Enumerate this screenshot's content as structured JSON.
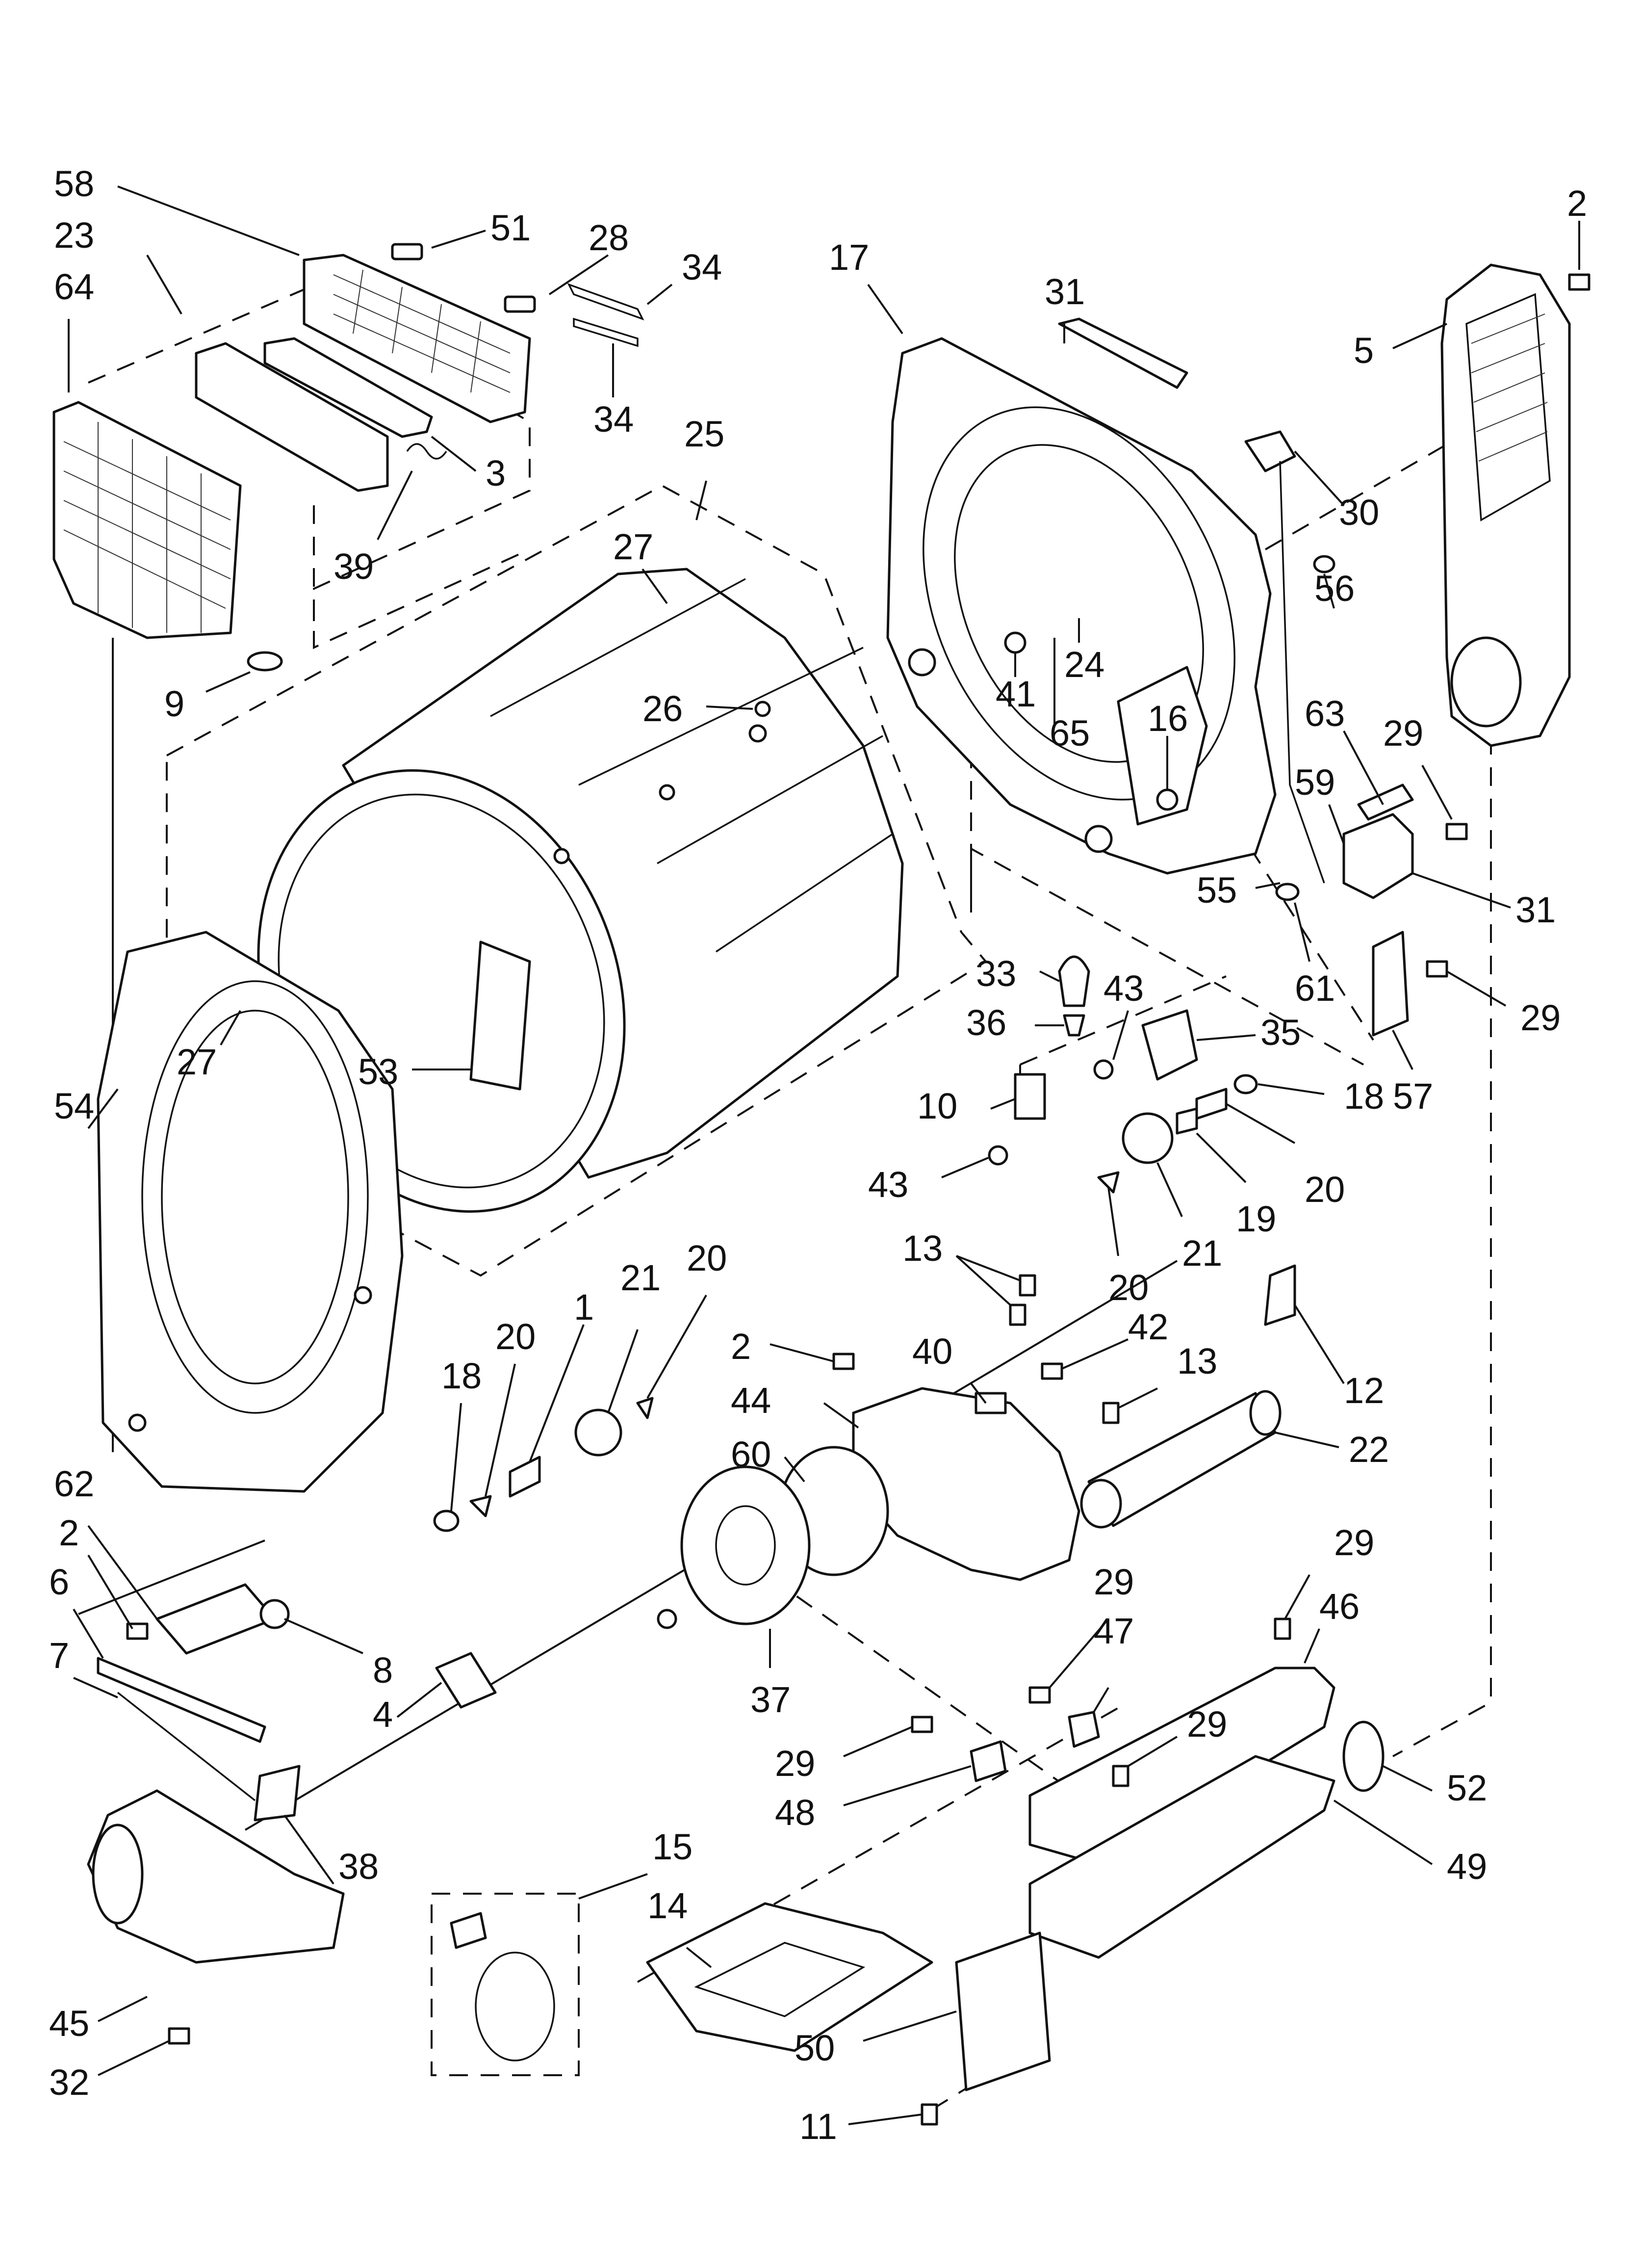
{
  "diagram": {
    "callouts": [
      {
        "id": "c58",
        "text": "58"
      },
      {
        "id": "c23",
        "text": "23"
      },
      {
        "id": "c64",
        "text": "64"
      },
      {
        "id": "c51",
        "text": "51"
      },
      {
        "id": "c28",
        "text": "28"
      },
      {
        "id": "c34a",
        "text": "34"
      },
      {
        "id": "c34b",
        "text": "34"
      },
      {
        "id": "c3",
        "text": "3"
      },
      {
        "id": "c39",
        "text": "39"
      },
      {
        "id": "c9",
        "text": "9"
      },
      {
        "id": "c25",
        "text": "25"
      },
      {
        "id": "c27a",
        "text": "27"
      },
      {
        "id": "c26",
        "text": "26"
      },
      {
        "id": "c27b",
        "text": "27"
      },
      {
        "id": "c53",
        "text": "53"
      },
      {
        "id": "c17",
        "text": "17"
      },
      {
        "id": "c31a",
        "text": "31"
      },
      {
        "id": "c2a",
        "text": "2"
      },
      {
        "id": "c5",
        "text": "5"
      },
      {
        "id": "c30",
        "text": "30"
      },
      {
        "id": "c56",
        "text": "56"
      },
      {
        "id": "c41",
        "text": "41"
      },
      {
        "id": "c24",
        "text": "24"
      },
      {
        "id": "c65",
        "text": "65"
      },
      {
        "id": "c16",
        "text": "16"
      },
      {
        "id": "c63",
        "text": "63"
      },
      {
        "id": "c29a",
        "text": "29"
      },
      {
        "id": "c59",
        "text": "59"
      },
      {
        "id": "c55",
        "text": "55"
      },
      {
        "id": "c31b",
        "text": "31"
      },
      {
        "id": "c61",
        "text": "61"
      },
      {
        "id": "c29b",
        "text": "29"
      },
      {
        "id": "c57",
        "text": "57"
      },
      {
        "id": "c33",
        "text": "33"
      },
      {
        "id": "c43a",
        "text": "43"
      },
      {
        "id": "c36",
        "text": "36"
      },
      {
        "id": "c35",
        "text": "35"
      },
      {
        "id": "c10",
        "text": "10"
      },
      {
        "id": "c18a",
        "text": "18"
      },
      {
        "id": "c43b",
        "text": "43"
      },
      {
        "id": "c20a",
        "text": "20"
      },
      {
        "id": "c19",
        "text": "19"
      },
      {
        "id": "c21a",
        "text": "21"
      },
      {
        "id": "c20b",
        "text": "20"
      },
      {
        "id": "c54",
        "text": "54"
      },
      {
        "id": "c1",
        "text": "1"
      },
      {
        "id": "c21b",
        "text": "21"
      },
      {
        "id": "c20c",
        "text": "20"
      },
      {
        "id": "c20d",
        "text": "20"
      },
      {
        "id": "c18b",
        "text": "18"
      },
      {
        "id": "c13a",
        "text": "13"
      },
      {
        "id": "c12",
        "text": "12"
      },
      {
        "id": "c2b",
        "text": "2"
      },
      {
        "id": "c40",
        "text": "40"
      },
      {
        "id": "c42",
        "text": "42"
      },
      {
        "id": "c13b",
        "text": "13"
      },
      {
        "id": "c44",
        "text": "44"
      },
      {
        "id": "c22",
        "text": "22"
      },
      {
        "id": "c60",
        "text": "60"
      },
      {
        "id": "c62",
        "text": "62"
      },
      {
        "id": "c2c",
        "text": "2"
      },
      {
        "id": "c6",
        "text": "6"
      },
      {
        "id": "c7",
        "text": "7"
      },
      {
        "id": "c8",
        "text": "8"
      },
      {
        "id": "c4",
        "text": "4"
      },
      {
        "id": "c37",
        "text": "37"
      },
      {
        "id": "c29c",
        "text": "29"
      },
      {
        "id": "c46",
        "text": "46"
      },
      {
        "id": "c29d",
        "text": "29"
      },
      {
        "id": "c47",
        "text": "47"
      },
      {
        "id": "c29e",
        "text": "29"
      },
      {
        "id": "c29f",
        "text": "29"
      },
      {
        "id": "c48",
        "text": "48"
      },
      {
        "id": "c52",
        "text": "52"
      },
      {
        "id": "c38",
        "text": "38"
      },
      {
        "id": "c15",
        "text": "15"
      },
      {
        "id": "c14",
        "text": "14"
      },
      {
        "id": "c49",
        "text": "49"
      },
      {
        "id": "c45",
        "text": "45"
      },
      {
        "id": "c32",
        "text": "32"
      },
      {
        "id": "c50",
        "text": "50"
      },
      {
        "id": "c11",
        "text": "11"
      }
    ]
  }
}
